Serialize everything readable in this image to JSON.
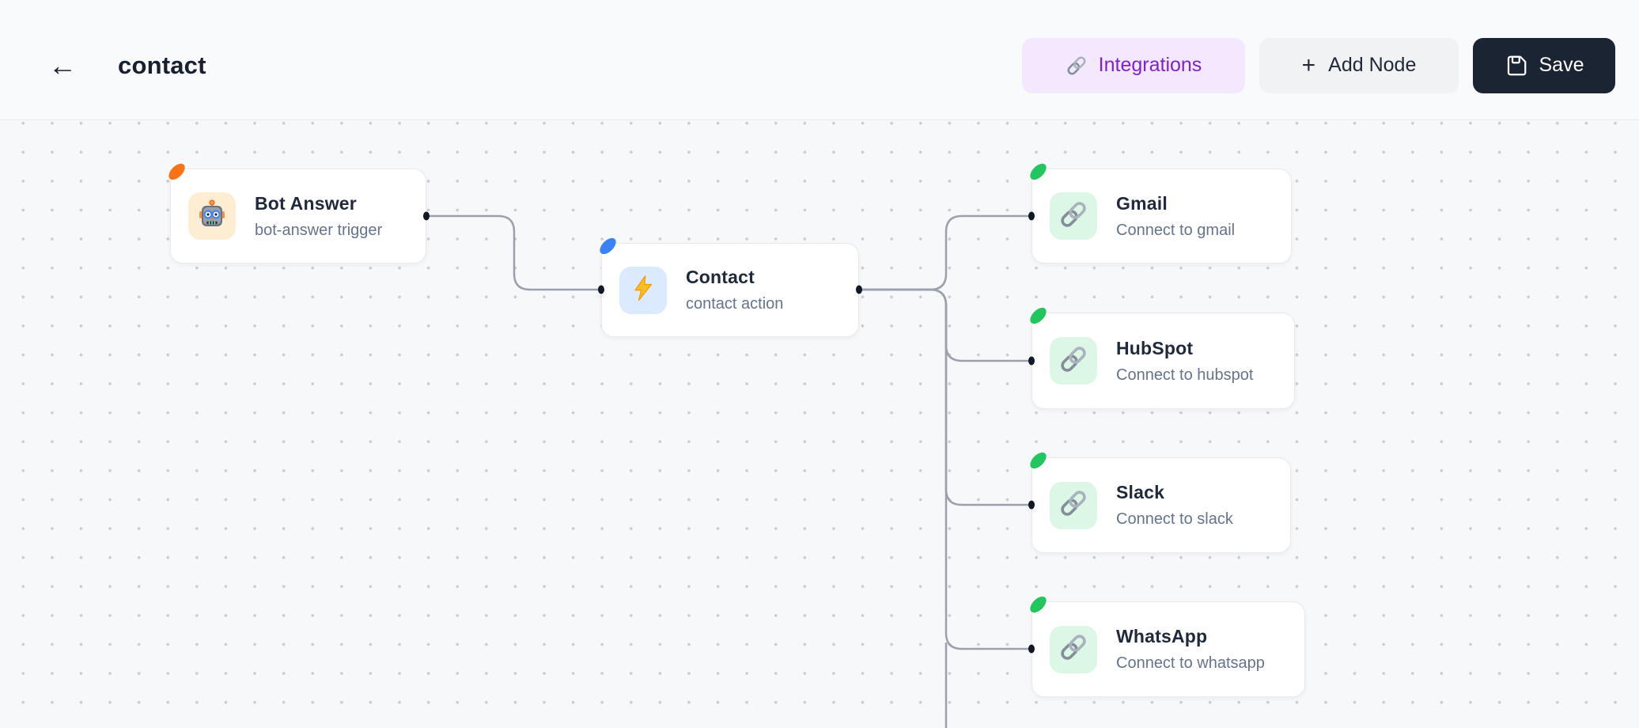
{
  "header": {
    "back_icon": "←",
    "title": "contact",
    "integrations_button": {
      "label": "Integrations",
      "icon": "chain-link-icon",
      "bg_color": "#f3e8fd",
      "text_color": "#7e22ce"
    },
    "add_node_button": {
      "plus": "+",
      "label": "Add Node",
      "bg_color": "#f1f2f4",
      "text_color": "#1f2937"
    },
    "save_button": {
      "label": "Save",
      "icon": "floppy-disk-icon",
      "bg_color": "#1a2433",
      "text_color": "#ffffff"
    }
  },
  "canvas": {
    "background_color": "#f7f8fa",
    "grid_dot_color": "#c9cdd4",
    "edge_color": "#9aa1ad",
    "nodes": [
      {
        "title": "Bot Answer",
        "subtitle": "bot-answer trigger",
        "icon": "robot-icon",
        "accent_color": "#f97316",
        "icon_bg": "#fdeed3"
      },
      {
        "title": "Contact",
        "subtitle": "contact action",
        "icon": "lightning-icon",
        "accent_color": "#3b82f6",
        "icon_bg": "#dbeafe"
      },
      {
        "title": "Gmail",
        "subtitle": "Connect to gmail",
        "icon": "chain-link-icon",
        "accent_color": "#22c55e",
        "icon_bg": "#dcf7e6"
      },
      {
        "title": "HubSpot",
        "subtitle": "Connect to hubspot",
        "icon": "chain-link-icon",
        "accent_color": "#22c55e",
        "icon_bg": "#dcf7e6"
      },
      {
        "title": "Slack",
        "subtitle": "Connect to slack",
        "icon": "chain-link-icon",
        "accent_color": "#22c55e",
        "icon_bg": "#dcf7e6"
      },
      {
        "title": "WhatsApp",
        "subtitle": "Connect to whatsapp",
        "icon": "chain-link-icon",
        "accent_color": "#22c55e",
        "icon_bg": "#dcf7e6"
      }
    ]
  }
}
